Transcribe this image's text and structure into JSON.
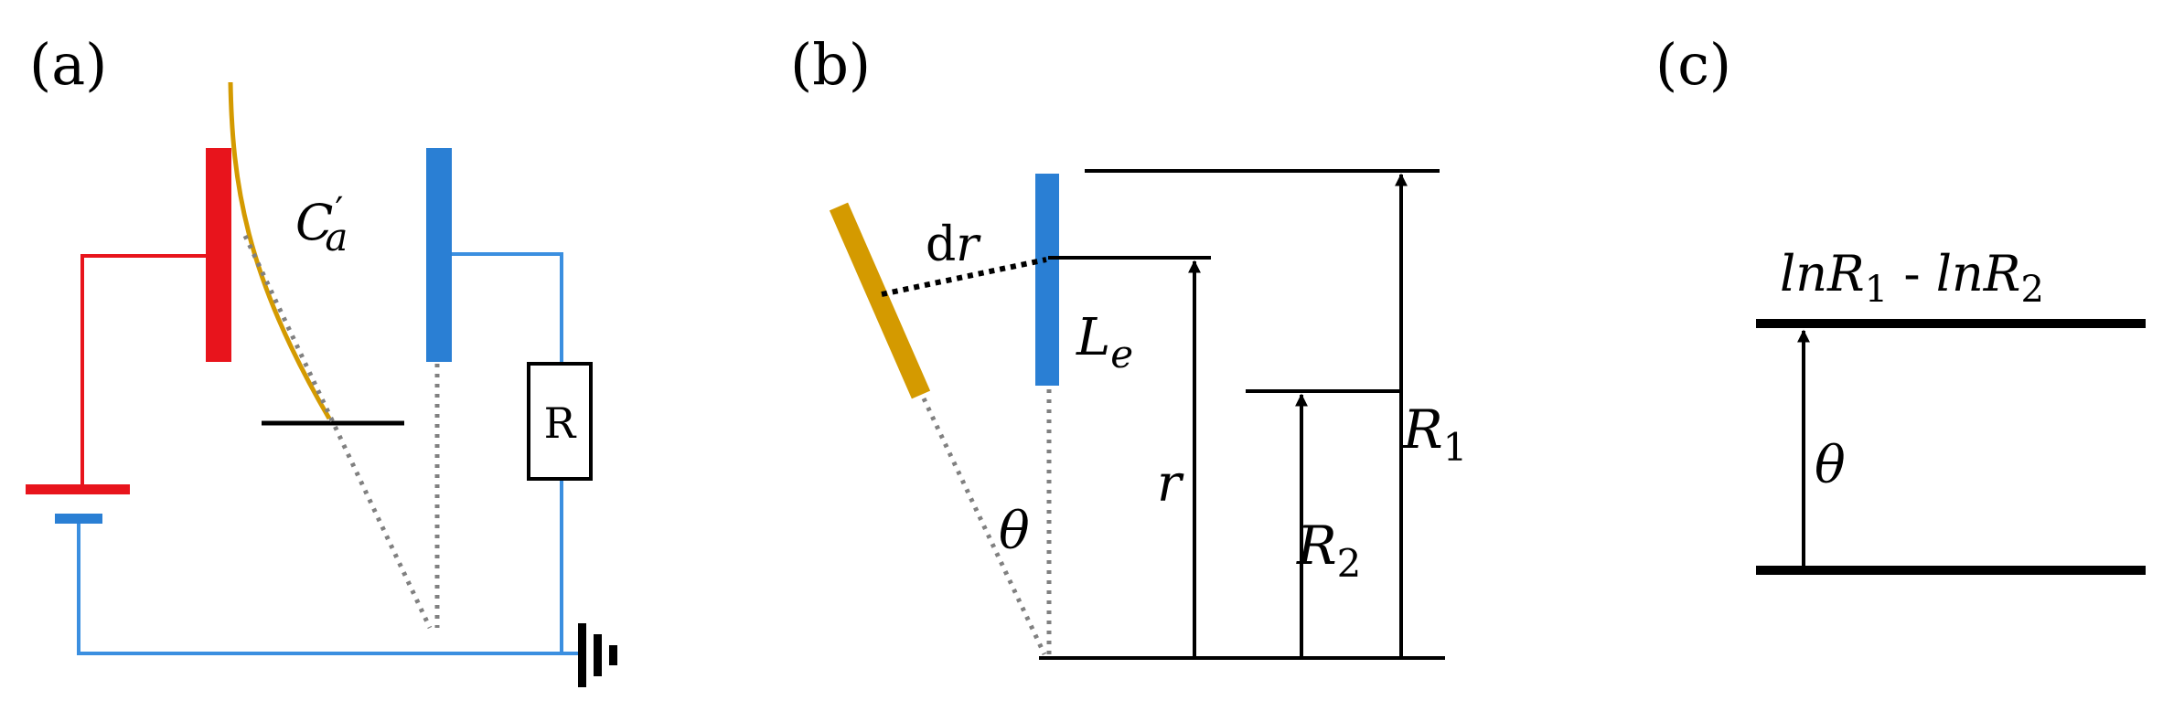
{
  "panels": {
    "a": {
      "label": "(a)",
      "capacitance_main": "C",
      "capacitance_prime": "′",
      "capacitance_sub": "a",
      "resistor_label": "R"
    },
    "b": {
      "label": "(b)",
      "dr_d": "d",
      "dr_r": "r",
      "le_main": "L",
      "le_sub": "e",
      "theta": "θ",
      "r": "r",
      "r1_main": "R",
      "r1_sub": "1",
      "r2_main": "R",
      "r2_sub": "2"
    },
    "c": {
      "label": "(c)",
      "ln1_prefix": "lnR",
      "ln1_sub": "1",
      "ln_sep": " - ",
      "ln2_prefix": "lnR",
      "ln2_sub": "2",
      "theta": "θ"
    }
  },
  "colors": {
    "red": "#e8141c",
    "blue": "#2a7fd4",
    "wire_blue": "#3b8fe0",
    "gold": "#d49a00",
    "black": "#000000",
    "dotted": "#808080"
  },
  "icons": {
    "ground": "ground-icon",
    "battery": "battery-icon",
    "resistor": "resistor-icon"
  }
}
